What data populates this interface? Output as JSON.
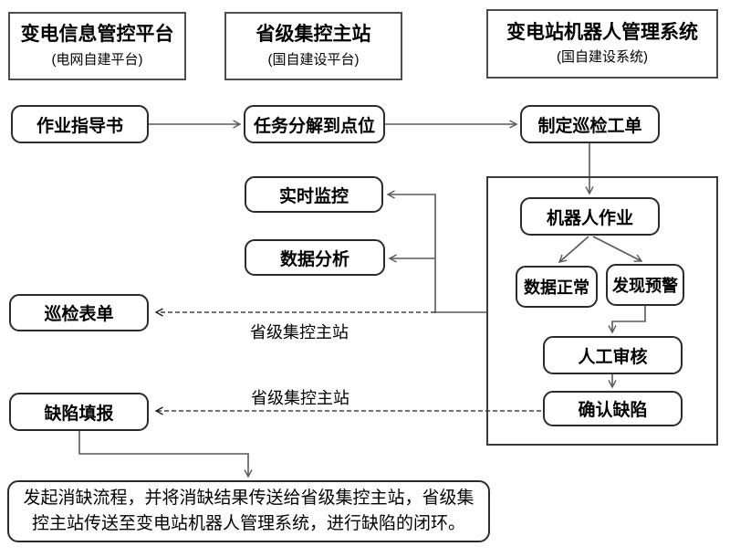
{
  "diagram": {
    "platforms": [
      {
        "title": "变电信息管控平台",
        "subtitle": "(电网自建平台)"
      },
      {
        "title": "省级集控主站",
        "subtitle": "(国自建设平台)"
      },
      {
        "title": "变电站机器人管理系统",
        "subtitle": "(国自建设系统)"
      }
    ],
    "nodes": {
      "work_guide": "作业指导书",
      "task_decompose": "任务分解到点位",
      "create_order": "制定巡检工单",
      "realtime_monitor": "实时监控",
      "data_analysis": "数据分析",
      "inspection_form": "巡检表单",
      "defect_report": "缺陷填报",
      "robot_work": "机器人作业",
      "data_normal": "数据正常",
      "alert_found": "发现预警",
      "manual_review": "人工审核",
      "confirm_defect": "确认缺陷"
    },
    "edge_labels": {
      "to_inspection_form": "省级集控主站",
      "to_defect_report": "省级集控主站"
    },
    "closing_note": {
      "line1": "发起消缺流程，并将消缺结果传送给省级集控主站，省级集",
      "line2": "控主站传送至变电站机器人管理系统，进行缺陷的闭环。"
    }
  },
  "colors": {
    "background": "#ffffff",
    "text": "#000000",
    "node_border": "#2b2b2b",
    "platform_border": "#4d4d4d",
    "container_border": "#3a3a3a",
    "solid_arrow": "#595959",
    "dashed_arrow": "#1a1a1a"
  }
}
